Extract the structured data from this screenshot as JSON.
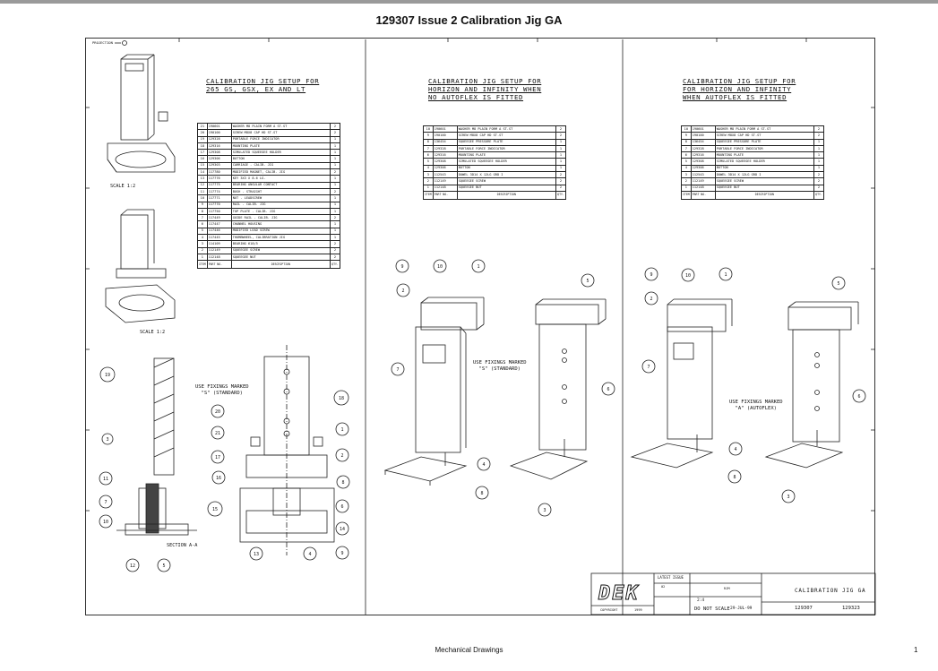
{
  "document": {
    "title": "129307  Issue 2  Calibration Jig GA",
    "footer": "Mechanical Drawings",
    "page_number": "1"
  },
  "drawing": {
    "projection_label": "PROJECTION",
    "panel1": {
      "title_line1": "CALIBRATION JIG SETUP FOR",
      "title_line2": "265 GS, GSX, EX AND LT",
      "scale_top": "SCALE  1:2",
      "scale_mid": "SCALE  1:2",
      "section_label": "SECTION  A-A",
      "fixings_note_l1": "USE FIXINGS MARKED",
      "fixings_note_l2": "\"S\" (STANDARD)",
      "parts": [
        [
          "21",
          "190601",
          "WASHER M8 PLAIN FORM A ST.ST",
          "2"
        ],
        [
          "20",
          "190100",
          "SCREW M8X8 CAP HD ST.ST",
          "2"
        ],
        [
          "19",
          "129328",
          "PORTABLE FORCE INDICATOR",
          "1"
        ],
        [
          "18",
          "129316",
          "MOUNTING PLATE",
          "1"
        ],
        [
          "17",
          "129308",
          "SIMULATED SQUEEGEE HOLDER",
          "1"
        ],
        [
          "16",
          "129306",
          "BUTTON",
          "1"
        ],
        [
          "15",
          "129303",
          "CARRIAGE - CALIB. JIG",
          "1"
        ],
        [
          "14",
          "117780",
          "MODIFIED MAGNET, CALIB. JIG",
          "2"
        ],
        [
          "13",
          "117776",
          "KEY 3X3 X 8.6 LG.",
          "1"
        ],
        [
          "12",
          "117775",
          "BEARING ANGULAR CONTACT",
          "1"
        ],
        [
          "11",
          "117774",
          "BUSH - STRAIGHT",
          "2"
        ],
        [
          "10",
          "117771",
          "NUT - LEADSCREW",
          "1"
        ],
        [
          "9",
          "117770",
          "RAIL - CALIB. JIG",
          "1"
        ],
        [
          "8",
          "117750",
          "TOP PLATE - CALIB. JIG",
          "1"
        ],
        [
          "7",
          "117449",
          "GUIDE RAIL - CALIB. JIG",
          "2"
        ],
        [
          "6",
          "117447",
          "CHANNEL HOUSING",
          "1"
        ],
        [
          "5",
          "117446",
          "MODIFIED LEAD SCREW",
          "1"
        ],
        [
          "4",
          "117445",
          "THUMBWHEEL, CALIBRATION JIG",
          "1"
        ],
        [
          "3",
          "114109",
          "BEARING 618/5",
          "2"
        ],
        [
          "2",
          "112149",
          "SQUEEGEE SCREW",
          "2"
        ],
        [
          "1",
          "112148",
          "SQUEEGEE NUT",
          "2"
        ]
      ]
    },
    "panel2": {
      "title_line1": "CALIBRATION JIG SETUP FOR",
      "title_line2": "HORIZON AND INFINITY WHEN",
      "title_line3": "NO AUTOFLEX IS FITTED",
      "fixings_note_l1": "USE FIXINGS MARKED",
      "fixings_note_l2": "\"S\" (STANDARD)",
      "parts": [
        [
          "10",
          "190601",
          "WASHER M8 PLAIN FORM A ST.ST",
          "2"
        ],
        [
          "9",
          "190100",
          "SCREW M8X8 CAP HD ST.ST",
          "2"
        ],
        [
          "8",
          "136454",
          "SQUEEGEE PRESSURE PLATE",
          "1"
        ],
        [
          "7",
          "129328",
          "PORTABLE FORCE INDICATOR",
          "1"
        ],
        [
          "6",
          "129316",
          "MOUNTING PLATE",
          "1"
        ],
        [
          "5",
          "129308",
          "SIMULATED SQUEEGEE HOLDER",
          "1"
        ],
        [
          "4",
          "129306",
          "BUTTON",
          "1"
        ],
        [
          "3",
          "112543",
          "DOWEL 3D14 X 12LG GRD I",
          "2"
        ],
        [
          "2",
          "112149",
          "SQUEEGEE SCREW",
          "2"
        ],
        [
          "1",
          "112148",
          "SQUEEGEE NUT",
          "2"
        ]
      ]
    },
    "panel3": {
      "title_line1": "CALIBRATION JIG SETUP FOR",
      "title_line2": "FOR HORIZON AND INFINITY",
      "title_line3": "WHEN AUTOFLEX IS FITTED",
      "fixings_note_l1": "USE FIXINGS MARKED",
      "fixings_note_l2": "\"A\" (AUTOFLEX)",
      "parts": [
        [
          "10",
          "190601",
          "WASHER M8 PLAIN FORM A ST.ST",
          "2"
        ],
        [
          "9",
          "190100",
          "SCREW M8X8 CAP HD ST.ST",
          "2"
        ],
        [
          "8",
          "136454",
          "SQUEEGEE PRESSURE PLATE",
          "1"
        ],
        [
          "7",
          "129328",
          "PORTABLE FORCE INDICATOR",
          "1"
        ],
        [
          "6",
          "129316",
          "MOUNTING PLATE",
          "1"
        ],
        [
          "5",
          "129308",
          "SIMULATED SQUEEGEE HOLDER",
          "1"
        ],
        [
          "4",
          "129306",
          "BUTTON",
          "1"
        ],
        [
          "3",
          "112543",
          "DOWEL 3D14 X 12LG GRD I",
          "2"
        ],
        [
          "2",
          "112149",
          "SQUEEGEE SCREW",
          "2"
        ],
        [
          "1",
          "112148",
          "SQUEEGEE NUT",
          "2"
        ]
      ]
    },
    "table_header": {
      "item": "ITEM",
      "part_no": "PART NO.",
      "description": "DESCRIPTION",
      "qty": "QTY."
    },
    "title_block": {
      "logo": "DEK",
      "copyright": "COPYRIGHT",
      "year": "1999",
      "latest_issue": "LATEST ISSUE",
      "scale": "2:4",
      "do_not_scale": "DO NOT SCALE",
      "date": "29-JUL-99",
      "title": "CALIBRATION JIG GA",
      "drawing_number": "129307",
      "drawing_number_2": "129323",
      "drawn": "RJM",
      "issue": "02"
    }
  }
}
